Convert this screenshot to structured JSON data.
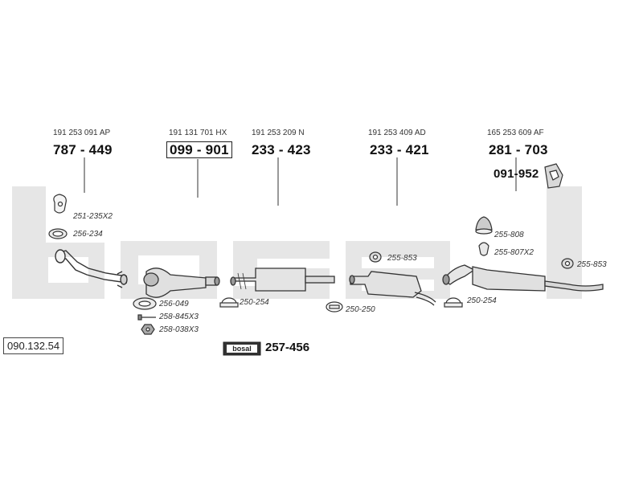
{
  "catalog_reference": "090.132.54",
  "watermark_brand": "bosal",
  "main_parts": [
    {
      "oem": "191 253 091 AP",
      "part": "787 - 449",
      "boxed": false
    },
    {
      "oem": "191 131 701 HX",
      "part": "099 - 901",
      "boxed": true
    },
    {
      "oem": "191 253 209 N",
      "part": "233 - 423",
      "boxed": false
    },
    {
      "oem": "191 253 409 AD",
      "part": "233 - 421",
      "boxed": false
    },
    {
      "oem": "165 253 609 AF",
      "part": "281 - 703",
      "boxed": false
    }
  ],
  "extra_part": "091-952",
  "accessories": [
    "251-235X2",
    "256-234",
    "256-049",
    "258-845X3",
    "258-038X3",
    "250-254",
    "255-853",
    "250-250",
    "250-254",
    "255-808",
    "255-807X2",
    "255-853"
  ],
  "kit": {
    "logo_text": "bosal",
    "part": "257-456"
  }
}
